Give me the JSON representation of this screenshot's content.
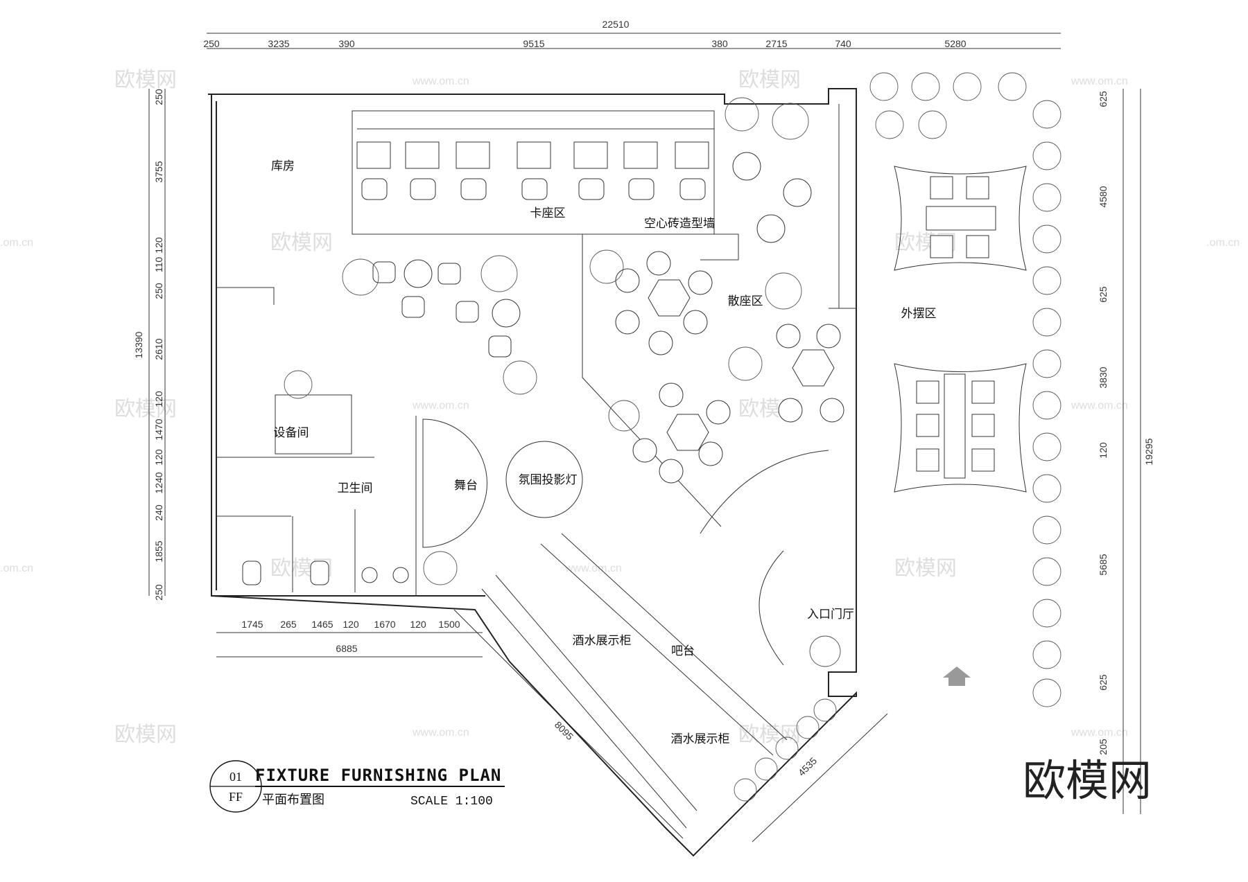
{
  "dims": {
    "top_total": "22510",
    "top": [
      "250",
      "3235",
      "390",
      "9515",
      "380",
      "2715",
      "740",
      "5280"
    ],
    "left_total": "13390",
    "left": [
      "250",
      "3755",
      "120",
      "110",
      "250",
      "2610",
      "120",
      "1470",
      "120",
      "1240",
      "240",
      "1855",
      "250"
    ],
    "right_total": "19295",
    "right": [
      "625",
      "4580",
      "625",
      "3830",
      "120",
      "5685",
      "625",
      "205"
    ],
    "bottom": [
      "1745",
      "265",
      "1465",
      "120",
      "1670",
      "120",
      "1500"
    ],
    "bottom_total": "6885",
    "diag_bar": "8095",
    "diag_entry": "4535"
  },
  "rooms": {
    "storage": "库房",
    "booth": "卡座区",
    "hollow_wall": "空心砖造型墙",
    "lounge": "散座区",
    "outdoor": "外摆区",
    "equipment": "设备间",
    "restroom": "卫生间",
    "stage": "舞台",
    "projection": "氛围投影灯",
    "entrance": "入口门厅",
    "display1": "酒水展示柜",
    "bar": "吧台",
    "display2": "酒水展示柜"
  },
  "title": {
    "number": "01",
    "code": "FF",
    "en": "FIXTURE FURNISHING PLAN",
    "cn": "平面布置图",
    "scale": "SCALE 1:100"
  },
  "watermark": {
    "brand": "欧模网",
    "url": "www.om.cn",
    "short": ".om.cn"
  }
}
